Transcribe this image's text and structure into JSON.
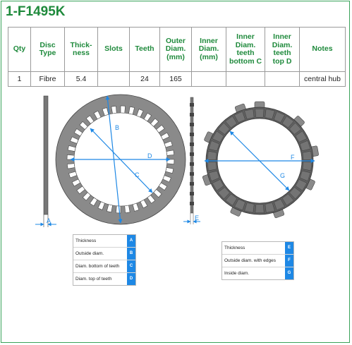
{
  "title": "1-F1495K",
  "table": {
    "headers": [
      "Qty",
      "Disc Type",
      "Thick-ness",
      "Slots",
      "Teeth",
      "Outer Diam. (mm)",
      "Inner Diam. (mm)",
      "Inner Diam. teeth bottom C",
      "Inner Diam. teeth top D",
      "Notes"
    ],
    "row": [
      "1",
      "Fibre",
      "5.4",
      "",
      "24",
      "165",
      "",
      "",
      "",
      "central hub"
    ]
  },
  "drawing_labels": {
    "a": "A",
    "b": "B",
    "c": "C",
    "d": "D",
    "e": "E",
    "f": "F",
    "g": "G"
  },
  "legend_left": [
    {
      "label": "Thickness",
      "key": "A"
    },
    {
      "label": "Outside diam.",
      "key": "B"
    },
    {
      "label": "Diam. bottom of teeth",
      "key": "C"
    },
    {
      "label": "Diam. top of teeth",
      "key": "D"
    }
  ],
  "legend_right": [
    {
      "label": "Thickness",
      "key": "E"
    },
    {
      "label": "Outside diam. with edges",
      "key": "F"
    },
    {
      "label": "Inside diam.",
      "key": "G"
    }
  ],
  "colors": {
    "accent": "#1f8a3c",
    "dimension": "#1e88e5",
    "disc": "#8a8a8a"
  }
}
